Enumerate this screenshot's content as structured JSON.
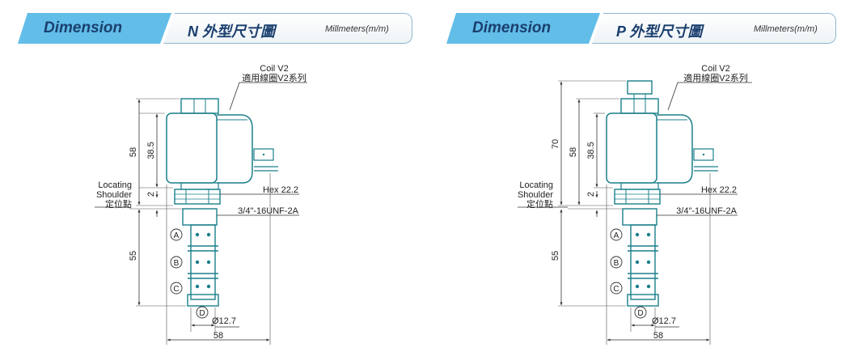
{
  "panels": [
    {
      "tab_label": "Dimension",
      "model_title": "N 外型尺寸圖",
      "unit_label": "Millmeters(m/m)",
      "coil_label": "Coil V2",
      "coil_label_cn": "適用線圈V2系列",
      "hex_label": "Hex 22.2",
      "thread_label": "3/4\"-16UNF-2A",
      "locating_label_1": "Locating",
      "locating_label_2": "Shoulder",
      "locating_label_cn": "定位點",
      "port_a": "A",
      "port_b": "B",
      "port_c": "C",
      "port_d": "D",
      "dim_58_vertical": "58",
      "dim_38_5": "38.5",
      "dim_2": "2",
      "dim_55": "55",
      "dim_diameter": "Ø12.7",
      "dim_58_horizontal": "58"
    },
    {
      "tab_label": "Dimension",
      "model_title": "P 外型尺寸圖",
      "unit_label": "Millmeters(m/m)",
      "coil_label": "Coil V2",
      "coil_label_cn": "適用線圈V2系列",
      "hex_label": "Hex 22.2",
      "thread_label": "3/4\"-16UNF-2A",
      "locating_label_1": "Locating",
      "locating_label_2": "Shoulder",
      "locating_label_cn": "定位點",
      "port_a": "A",
      "port_b": "B",
      "port_c": "C",
      "port_d": "D",
      "dim_70": "70",
      "dim_58_vertical": "58",
      "dim_38_5": "38.5",
      "dim_2": "2",
      "dim_55": "55",
      "dim_diameter": "Ø12.7",
      "dim_58_horizontal": "58"
    }
  ],
  "colors": {
    "banner_tab": "#62bde8",
    "banner_text": "#1a3f6e",
    "part_outline": "#1a7f8a",
    "dim_line": "#333333"
  }
}
